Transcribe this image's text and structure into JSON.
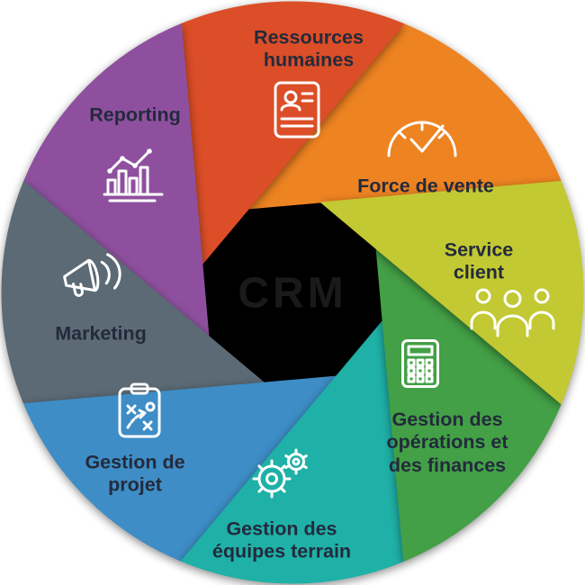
{
  "center": {
    "label": "CRM",
    "bg_color": "#000000",
    "text_color": "#1a1a1a"
  },
  "label_text_color": "#232a3c",
  "icon_color": "#ffffff",
  "segments": [
    {
      "id": "ressources-humaines",
      "label": "Ressources\nhumaines",
      "color": "#dc4e27",
      "icon": "person-document-icon"
    },
    {
      "id": "force-de-vente",
      "label": "Force de vente",
      "color": "#ee8322",
      "icon": "speedometer-icon"
    },
    {
      "id": "service-client",
      "label": "Service client",
      "color": "#c2c932",
      "icon": "team-icon"
    },
    {
      "id": "gestion-operations-finances",
      "label": "Gestion des\nopérations et\ndes finances",
      "color": "#43a046",
      "icon": "calculator-icon"
    },
    {
      "id": "gestion-equipes-terrain",
      "label": "Gestion des\néquipes terrain",
      "color": "#1fb1a7",
      "icon": "gears-icon"
    },
    {
      "id": "gestion-de-projet",
      "label": "Gestion de\nprojet",
      "color": "#3e8dc6",
      "icon": "strategy-clipboard-icon"
    },
    {
      "id": "marketing",
      "label": "Marketing",
      "color": "#5b6a74",
      "icon": "megaphone-icon"
    },
    {
      "id": "reporting",
      "label": "Reporting",
      "color": "#8e509e",
      "icon": "bar-chart-icon"
    }
  ]
}
